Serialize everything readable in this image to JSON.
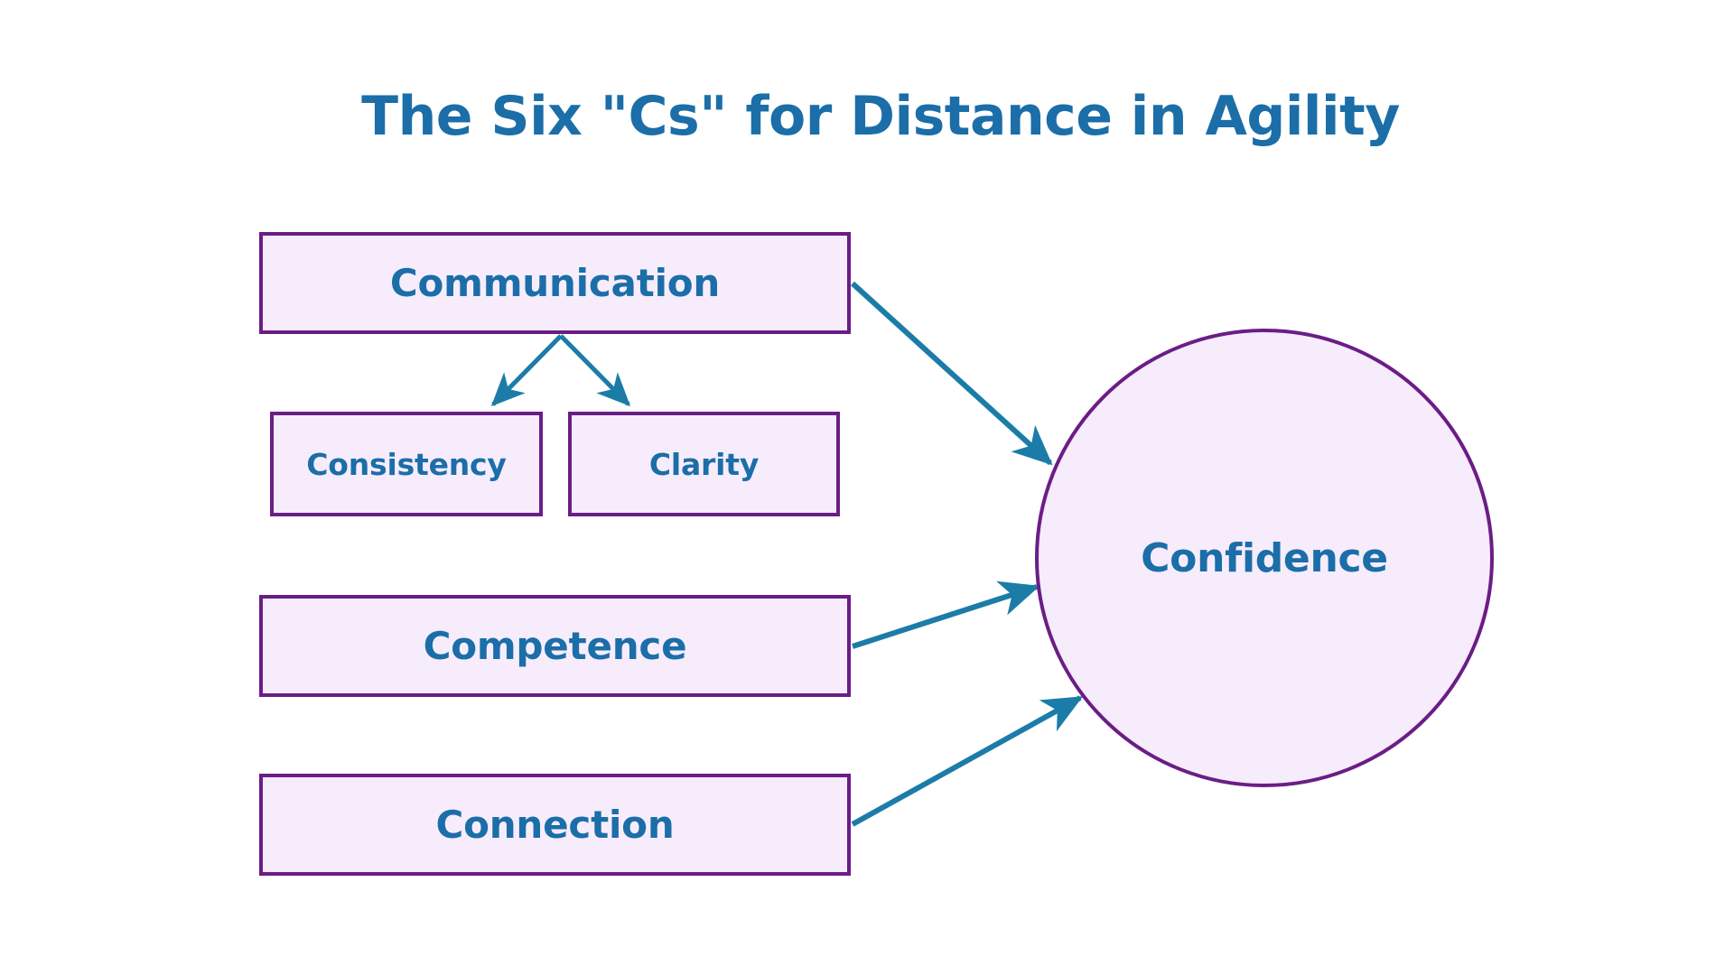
{
  "page": {
    "title": "The Six \"Cs\" for Distance in Agility",
    "background_color": "#ffffff"
  },
  "theme": {
    "text_blue": "#1b6ea8",
    "border_purple": "#6b1d86",
    "box_fill": "#f6ecfb",
    "arrow_teal": "#1b7ca8"
  },
  "diagram": {
    "type": "flow-diagram",
    "nodes": [
      {
        "id": "communication",
        "label": "Communication",
        "shape": "rectangle"
      },
      {
        "id": "consistency",
        "label": "Consistency",
        "shape": "rectangle"
      },
      {
        "id": "clarity",
        "label": "Clarity",
        "shape": "rectangle"
      },
      {
        "id": "competence",
        "label": "Competence",
        "shape": "rectangle"
      },
      {
        "id": "connection",
        "label": "Connection",
        "shape": "rectangle"
      },
      {
        "id": "confidence",
        "label": "Confidence",
        "shape": "circle"
      }
    ],
    "edges": [
      {
        "from": "communication",
        "to": "consistency"
      },
      {
        "from": "communication",
        "to": "clarity"
      },
      {
        "from": "communication",
        "to": "confidence"
      },
      {
        "from": "competence",
        "to": "confidence"
      },
      {
        "from": "connection",
        "to": "confidence"
      }
    ]
  }
}
